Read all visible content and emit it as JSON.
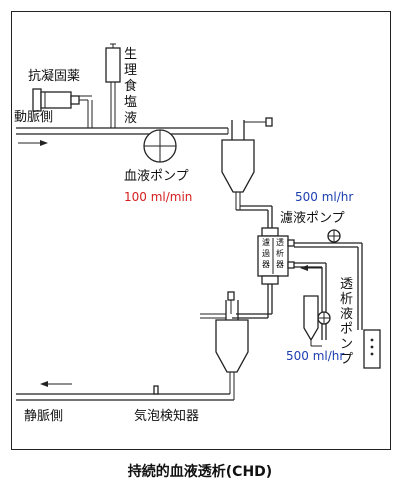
{
  "title": "持続的血液透析(CHD)",
  "labels": {
    "anticoagulant": "抗凝固薬",
    "saline": "生理食塩液",
    "arterial": "動脈側",
    "blood_pump": "血液ポンプ",
    "filtrate_pump": "濾液ポンプ",
    "dialysate_pump": "透析液ポンプ",
    "venous": "静脈側",
    "bubble_detector": "気泡検知器",
    "filter_left": "濾過器",
    "filter_right": "透析器"
  },
  "flows": {
    "blood": "100 ml/min",
    "filtrate": "500 ml/hr",
    "dialysate": "500 ml/hr"
  },
  "colors": {
    "blood_flow_text": "#d42020",
    "fluid_flow_text": "#1c3fb0"
  }
}
